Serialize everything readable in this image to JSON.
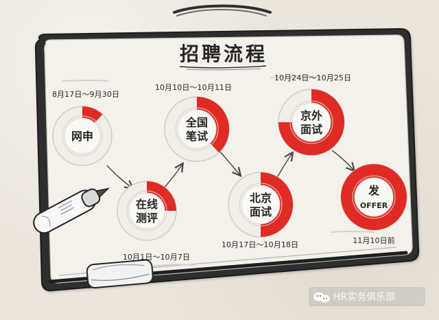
{
  "title": "招聘流程",
  "steps": [
    {
      "id": "step-1",
      "date": "8月17日～9月30日",
      "lines": [
        "网申"
      ],
      "progress": 0.12,
      "date_pos": "top"
    },
    {
      "id": "step-2",
      "date": "10月1日～10月7日",
      "lines": [
        "在线",
        "测评"
      ],
      "progress": 0.25,
      "date_pos": "bottom"
    },
    {
      "id": "step-3",
      "date": "10月10日～10月11日",
      "lines": [
        "全国",
        "笔试"
      ],
      "progress": 0.38,
      "date_pos": "top"
    },
    {
      "id": "step-4",
      "date": "10月17日～10月18日",
      "lines": [
        "北京",
        "面试"
      ],
      "progress": 0.5,
      "date_pos": "bottom"
    },
    {
      "id": "step-5",
      "date": "10月24日～10月25日",
      "lines": [
        "京外",
        "面试"
      ],
      "progress": 0.75,
      "date_pos": "top"
    },
    {
      "id": "step-6",
      "date": "11月10日前",
      "lines": [
        "发",
        "OFFER"
      ],
      "progress": 1.0,
      "date_pos": "bottom"
    }
  ],
  "watermark": {
    "text": "HR实务俱乐部",
    "icon": "wechat-icon"
  },
  "colors": {
    "accent": "#df2b24",
    "paper": "#f4f1eb",
    "ink": "#262626",
    "ring_base": "#f1eee8"
  }
}
